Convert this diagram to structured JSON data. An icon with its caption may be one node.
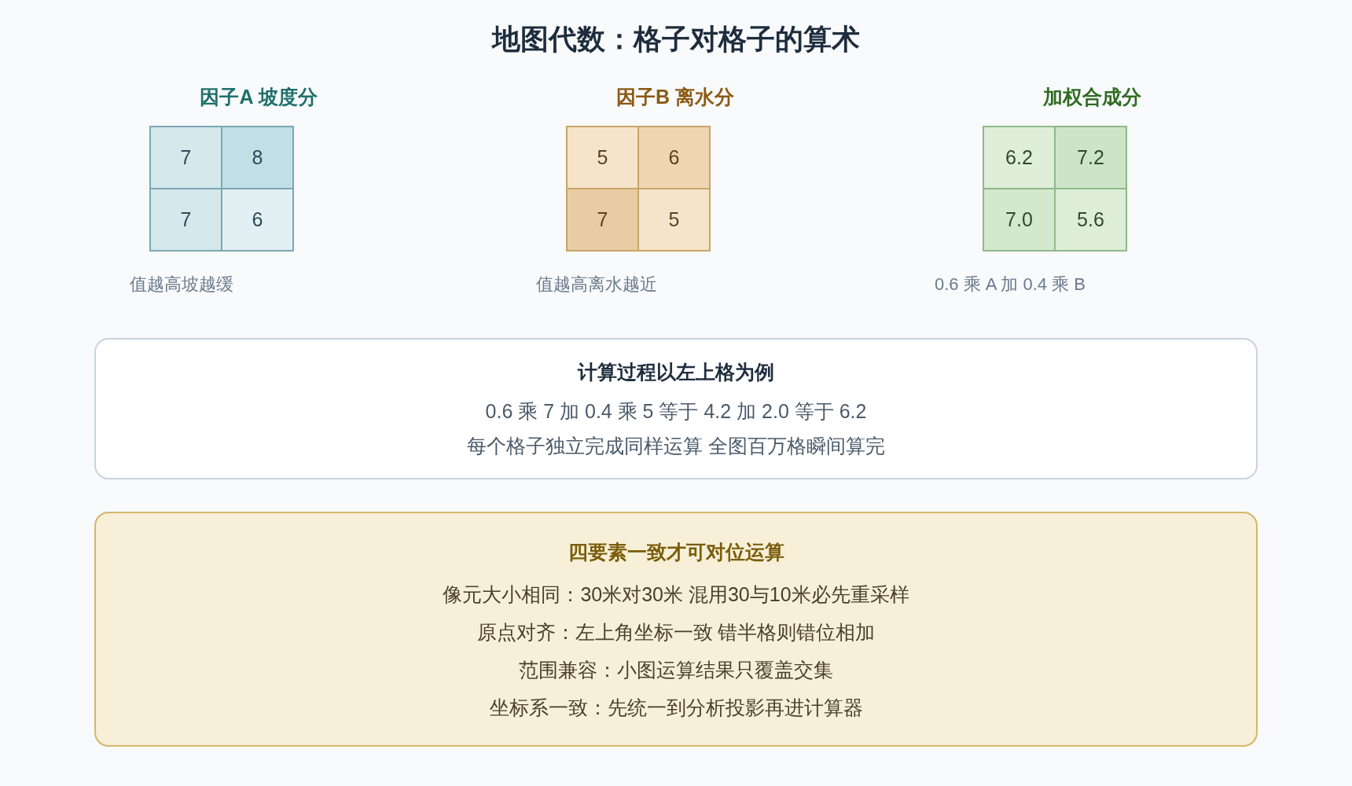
{
  "diagram": {
    "title": "地图代数：格子对格子的算术",
    "nodes": [
      {
        "text": [
          "因子A 坡度分"
        ],
        "beside": [
          "值越高坡越缓"
        ]
      },
      {
        "text": [
          "7"
        ],
        "in": 0
      },
      {
        "text": [
          "8"
        ],
        "in": 0
      },
      {
        "text": [
          "7"
        ],
        "in": 0
      },
      {
        "text": [
          "6"
        ],
        "in": 0
      },
      {
        "text": [
          "因子B 离水分"
        ],
        "beside": [
          "值越高离水越近"
        ]
      },
      {
        "text": [
          "5"
        ],
        "in": 5
      },
      {
        "text": [
          "6"
        ],
        "in": 5
      },
      {
        "text": [
          "7"
        ],
        "in": 5
      },
      {
        "text": [
          "5"
        ],
        "in": 5
      },
      {
        "text": [
          "加权合成分"
        ],
        "beside": [
          "0.6 乘 A 加 0.4 乘 B"
        ]
      },
      {
        "text": [
          "6.2"
        ],
        "in": 10
      },
      {
        "text": [
          "7.2"
        ],
        "in": 10
      },
      {
        "text": [
          "7.0"
        ],
        "in": 10
      },
      {
        "text": [
          "5.6"
        ],
        "in": 10
      },
      {
        "text": [
          "计算过程以左上格为例",
          "0.6 乘 7 加 0.4 乘 5 等于 4.2 加 2.0 等于 6.2",
          "每个格子独立完成同样运算 全图百万格瞬间算完"
        ]
      },
      {
        "text": [
          "四要素一致才可对位运算",
          "像元大小相同：30米对30米 混用30与10米必先重采样",
          "原点对齐：左上角坐标一致 错半格则错位相加",
          "范围兼容：小图运算结果只覆盖交集",
          "坐标系一致：先统一到分析投影再进计算器"
        ]
      }
    ]
  }
}
